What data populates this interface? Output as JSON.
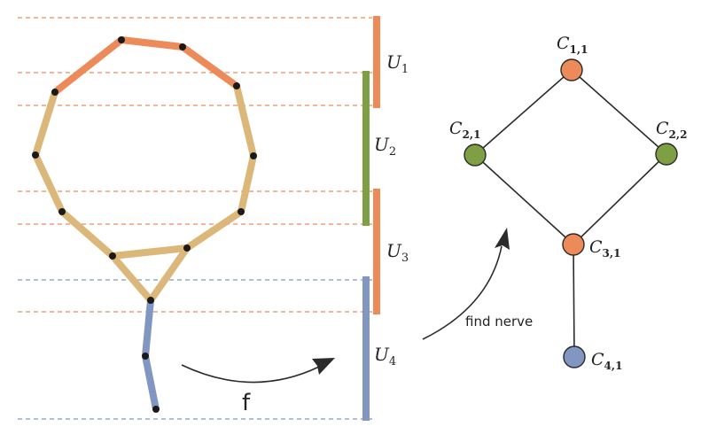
{
  "colors": {
    "orange": "#ec8b59",
    "green": "#7f9f45",
    "blue": "#8196c1",
    "tan": "#dbb879",
    "edge": "#2b2b2b",
    "vertex": "#1a1a1a"
  },
  "cover": [
    {
      "name": "U",
      "sub": "1",
      "color": "orange"
    },
    {
      "name": "U",
      "sub": "2",
      "color": "green"
    },
    {
      "name": "U",
      "sub": "3",
      "color": "orange"
    },
    {
      "name": "U",
      "sub": "4",
      "color": "blue"
    }
  ],
  "map_label": "f",
  "nerve_caption": "find nerve",
  "nerve": {
    "nodes": [
      {
        "id": "c11",
        "name": "C",
        "sub": "1,1",
        "color": "orange"
      },
      {
        "id": "c21",
        "name": "C",
        "sub": "2,1",
        "color": "green"
      },
      {
        "id": "c22",
        "name": "C",
        "sub": "2,2",
        "color": "green"
      },
      {
        "id": "c31",
        "name": "C",
        "sub": "3,1",
        "color": "orange"
      },
      {
        "id": "c41",
        "name": "C",
        "sub": "4,1",
        "color": "blue"
      }
    ],
    "edges": [
      [
        "c11",
        "c21"
      ],
      [
        "c11",
        "c22"
      ],
      [
        "c21",
        "c31"
      ],
      [
        "c22",
        "c31"
      ],
      [
        "c31",
        "c41"
      ]
    ]
  }
}
